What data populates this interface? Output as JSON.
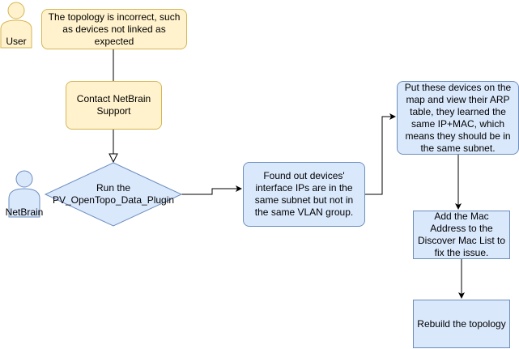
{
  "colors": {
    "yellow_fill": "#fff2cc",
    "yellow_stroke": "#d6b656",
    "blue_fill": "#dae8fc",
    "blue_stroke": "#6c8ebf",
    "edge": "#000000"
  },
  "actors": {
    "user": {
      "label": "User"
    },
    "netbrain": {
      "label": "NetBrain"
    }
  },
  "nodes": {
    "issue": {
      "text": "The topology is incorrect, such as devices not linked as expected"
    },
    "contact": {
      "text": "Contact NetBrain Support"
    },
    "run_plugin": {
      "text_line1": "Run the",
      "text_line2": "PV_OpenTopo_Data_Plugin"
    },
    "found_out": {
      "text": "Found out devices' interface IPs are in the same subnet but not in the same VLAN group."
    },
    "arp": {
      "text": "Put these devices on the map and view their ARP table, they learned the same IP+MAC, which means they should be in the same subnet."
    },
    "add_mac": {
      "text": "Add the Mac Address to the Discover Mac List to fix the issue."
    },
    "rebuild": {
      "text": "Rebuild the topology"
    }
  }
}
